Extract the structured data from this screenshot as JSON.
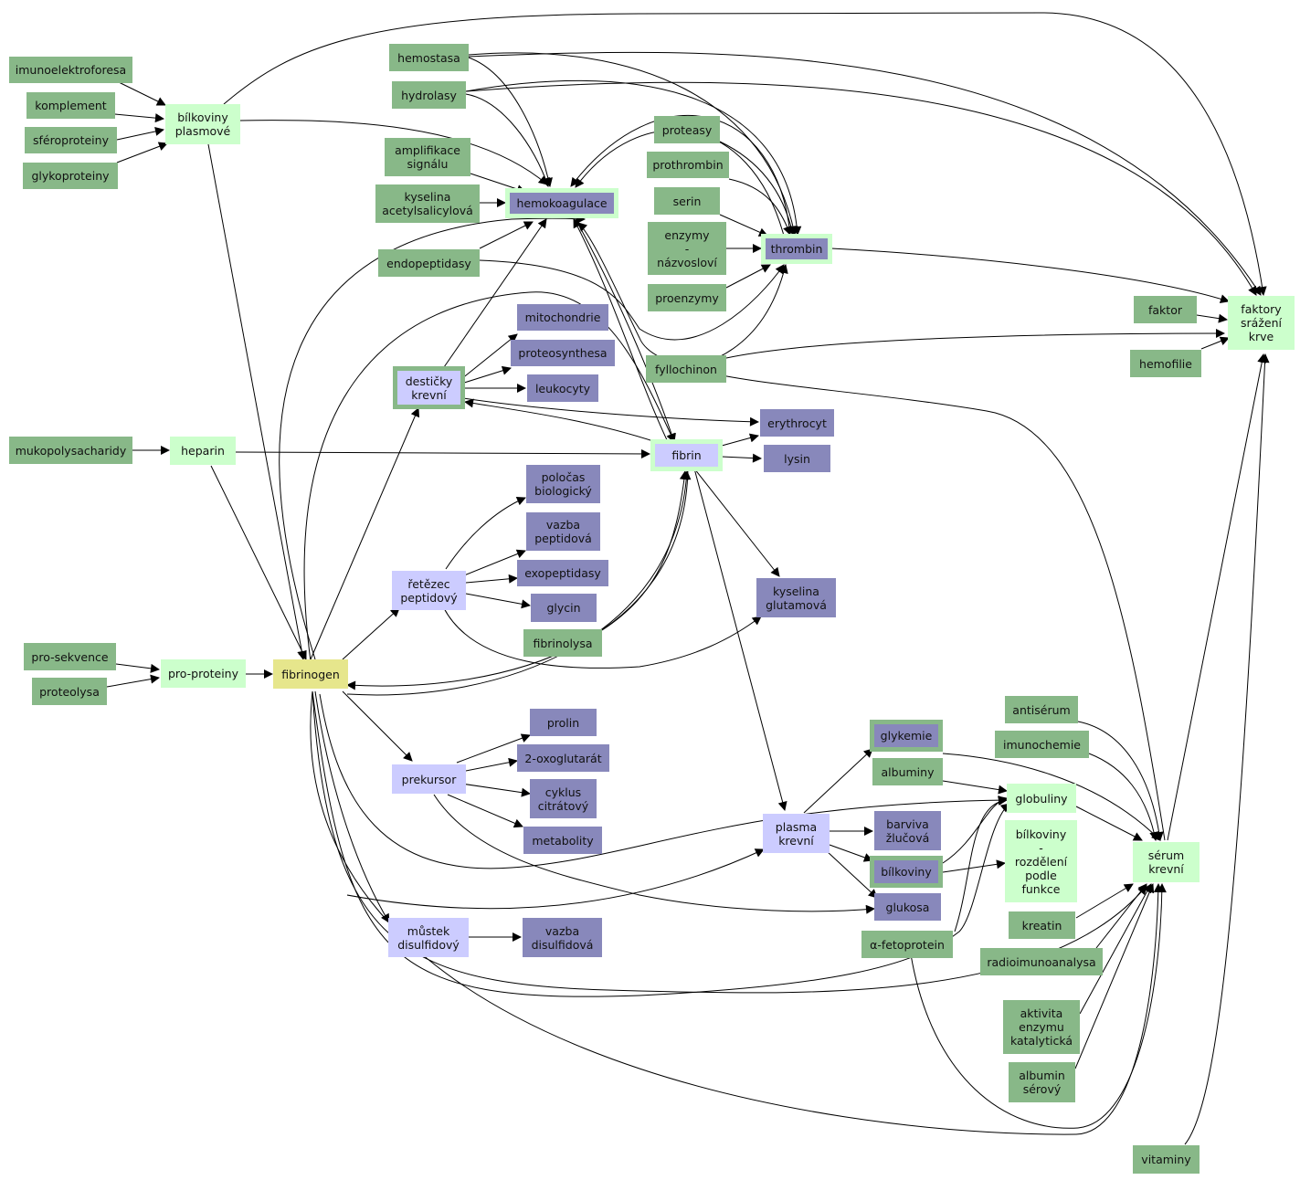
{
  "diagram": {
    "nodes": {
      "imunoelektroforesa": "imunoelektroforesa",
      "komplement": "komplement",
      "sferoproteiny": "sféroproteiny",
      "glykoproteiny": "glykoproteiny",
      "bilkoviny_plasmove": "bílkoviny\nplasmové",
      "hemostasa": "hemostasa",
      "hydrolasy": "hydrolasy",
      "amplifikace_signalu": "amplifikace\nsignálu",
      "kyselina_acetylsalicylova": "kyselina\nacetylsalicylová",
      "hemokoagulace": "hemokoagulace",
      "endopeptidasy": "endopeptidasy",
      "proteasy": "proteasy",
      "prothrombin": "prothrombin",
      "serin": "serin",
      "enzymy_nazvoslovi": "enzymy\n-\nnázvosloví",
      "thrombin": "thrombin",
      "proenzymy": "proenzymy",
      "faktor": "faktor",
      "faktory_srazeni_krve": "faktory\nsrážení\nkrve",
      "hemofilie": "hemofilie",
      "fyllochinon": "fyllochinon",
      "mitochondrie": "mitochondrie",
      "proteosynthesa": "proteosynthesa",
      "desticky_krevni": "destičky\nkrevní",
      "leukocyty": "leukocyty",
      "erythrocyt": "erythrocyt",
      "mukopolysacharidy": "mukopolysacharidy",
      "heparin": "heparin",
      "fibrin": "fibrin",
      "lysin": "lysin",
      "polocas_biologicky": "poločas\nbiologický",
      "vazba_peptidova": "vazba\npeptidová",
      "retezec_peptidovy": "řetězec\npeptidový",
      "exopeptidasy": "exopeptidasy",
      "glycin": "glycin",
      "kyselina_glutamova": "kyselina\nglutamová",
      "fibrinolysa": "fibrinolysa",
      "pro_sekvence": "pro-sekvence",
      "pro_proteiny": "pro-proteiny",
      "fibrinogen": "fibrinogen",
      "proteolysa": "proteolysa",
      "prolin": "prolin",
      "oxoglutarat": "2-oxoglutarát",
      "prekursor": "prekursor",
      "cyklus_citratovy": "cyklus\ncitrátový",
      "metabolity": "metabolity",
      "mustek_disulfidovy": "můstek\ndisulfidový",
      "vazba_disulfidova": "vazba\ndisulfidová",
      "glykemie": "glykemie",
      "albuminy": "albuminy",
      "antiserum": "antisérum",
      "imunochemie": "imunochemie",
      "globuliny": "globuliny",
      "plasma_krevni": "plasma\nkrevní",
      "barviva_zlucova": "barviva\nžlučová",
      "bilkoviny": "bílkoviny",
      "bilkoviny_rozdeleni": "bílkoviny\n-\nrozdělení\npodle\nfunkce",
      "serum_krevni": "sérum\nkrevní",
      "glukosa": "glukosa",
      "fetoprotein": "α-fetoprotein",
      "kreatin": "kreatin",
      "radioimunoanalysa": "radioimunoanalysa",
      "aktivita_enzymu": "aktivita\nenzymu\nkatalytická",
      "albumin_serovy": "albumin\nsérový",
      "vitaminy": "vitaminy"
    },
    "colors": {
      "green": "#88b888",
      "light_green": "#ccffcc",
      "lavender": "#ccccff",
      "blue_gray": "#8888bb",
      "yellow": "#e6e68c",
      "edge": "#000000"
    }
  }
}
